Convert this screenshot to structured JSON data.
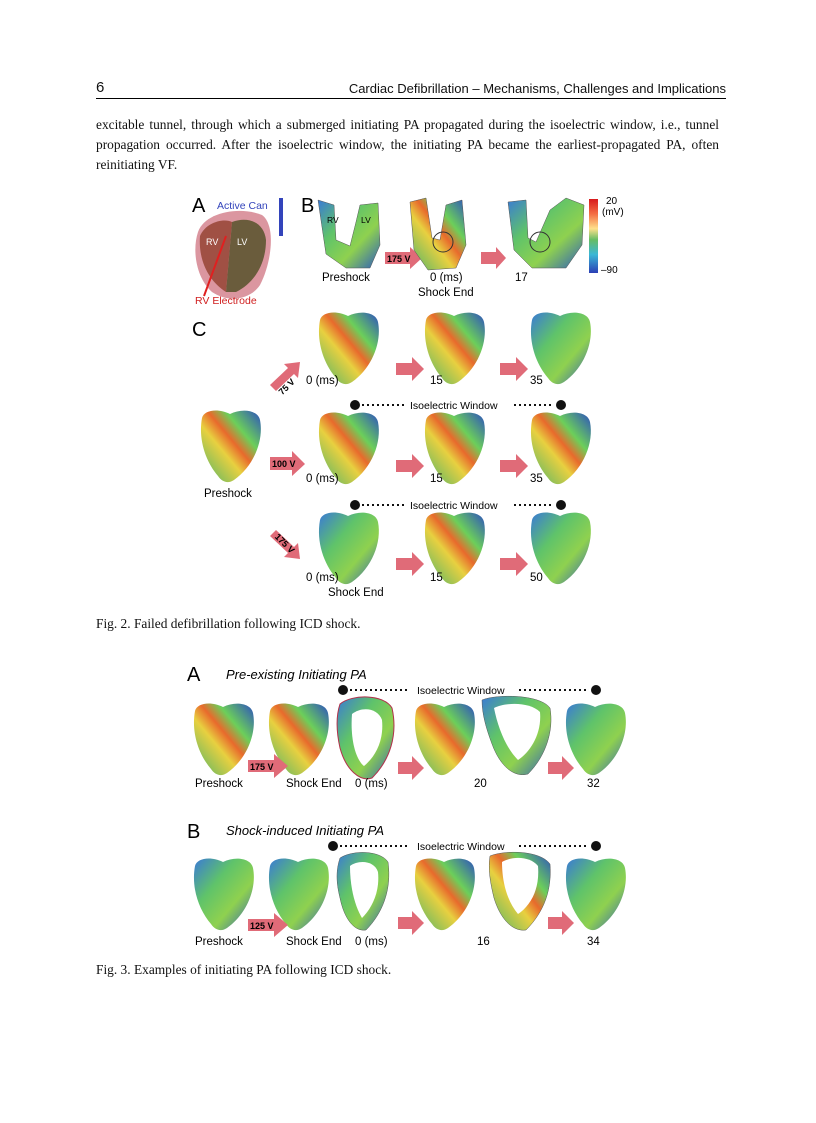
{
  "header": {
    "page_number": "6",
    "running_title": "Cardiac Defibrillation – Mechanisms, Challenges and Implications"
  },
  "body": {
    "paragraph": "excitable tunnel, through which a submerged initiating PA propagated during the isoelectric window, i.e., tunnel propagation occurred. After the isoelectric window, the initiating PA became the earliest-propagated PA, often reinitiating VF."
  },
  "figure2": {
    "caption": "Fig. 2. Failed defibrillation following ICD shock.",
    "panel_a": {
      "letter": "A",
      "active_can": "Active Can",
      "rv": "RV",
      "lv": "LV",
      "rv_electrode": "RV Electrode"
    },
    "panel_b": {
      "letter": "B",
      "rv": "RV",
      "lv": "LV",
      "shock": "175 V",
      "preshock": "Preshock",
      "t0": "0 (ms)",
      "shock_end": "Shock End",
      "t1": "17",
      "colorbar": {
        "max": "20",
        "unit": "(mV)",
        "min": "–90"
      }
    },
    "panel_c": {
      "letter": "C",
      "preshock": "Preshock",
      "isoelectric": "Isoelectric Window",
      "shock_end": "Shock End",
      "rows": [
        {
          "voltage": "75 V",
          "times": [
            "0 (ms)",
            "15",
            "35"
          ]
        },
        {
          "voltage": "100 V",
          "times": [
            "0 (ms)",
            "15",
            "35"
          ]
        },
        {
          "voltage": "175 V",
          "times": [
            "0 (ms)",
            "15",
            "50"
          ]
        }
      ]
    }
  },
  "figure3": {
    "caption": "Fig. 3. Examples of initiating PA following ICD shock.",
    "panel_a": {
      "letter": "A",
      "title": "Pre-existing Initiating PA",
      "isoelectric": "Isoelectric Window",
      "shock": "175 V",
      "preshock": "Preshock",
      "shock_end": "Shock End",
      "t0": "0 (ms)",
      "t1": "20",
      "t2": "32"
    },
    "panel_b": {
      "letter": "B",
      "title": "Shock-induced Initiating PA",
      "isoelectric": "Isoelectric Window",
      "shock": "125 V",
      "preshock": "Preshock",
      "shock_end": "Shock End",
      "t0": "0 (ms)",
      "t1": "16",
      "t2": "34"
    }
  }
}
